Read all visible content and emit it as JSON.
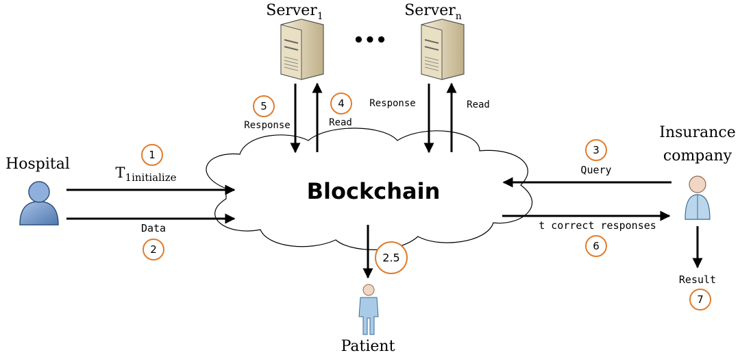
{
  "colors": {
    "step_circle": "#e07b2c",
    "person_blue": "#6f97c8",
    "person_skin": "#f2d6c4",
    "server_body": "#d9cfb4",
    "line": "#000000"
  },
  "icons": {
    "hospital": "doctor-person-icon",
    "patient": "patient-person-icon",
    "insurance": "person-icon",
    "server": "server-tower-icon"
  },
  "actors": {
    "hospital": "Hospital",
    "patient": "Patient",
    "insurance_line1": "Insurance",
    "insurance_line2": "company",
    "server1_base": "Server",
    "server1_sub": "1",
    "servern_base": "Server",
    "servern_sub": "n",
    "ellipsis": "•••"
  },
  "center": {
    "label": "Blockchain"
  },
  "edges": {
    "initialize_base": "T",
    "initialize_sub": "1initialize",
    "data": "Data",
    "query": "Query",
    "correct": "t correct responses",
    "response1": "Response",
    "read1": "Read",
    "responsen": "Response",
    "readn": "Read",
    "result": "Result"
  },
  "steps": {
    "s1": "1",
    "s2": "2",
    "s25": "2.5",
    "s3": "3",
    "s4": "4",
    "s5": "5",
    "s6": "6",
    "s7": "7"
  }
}
